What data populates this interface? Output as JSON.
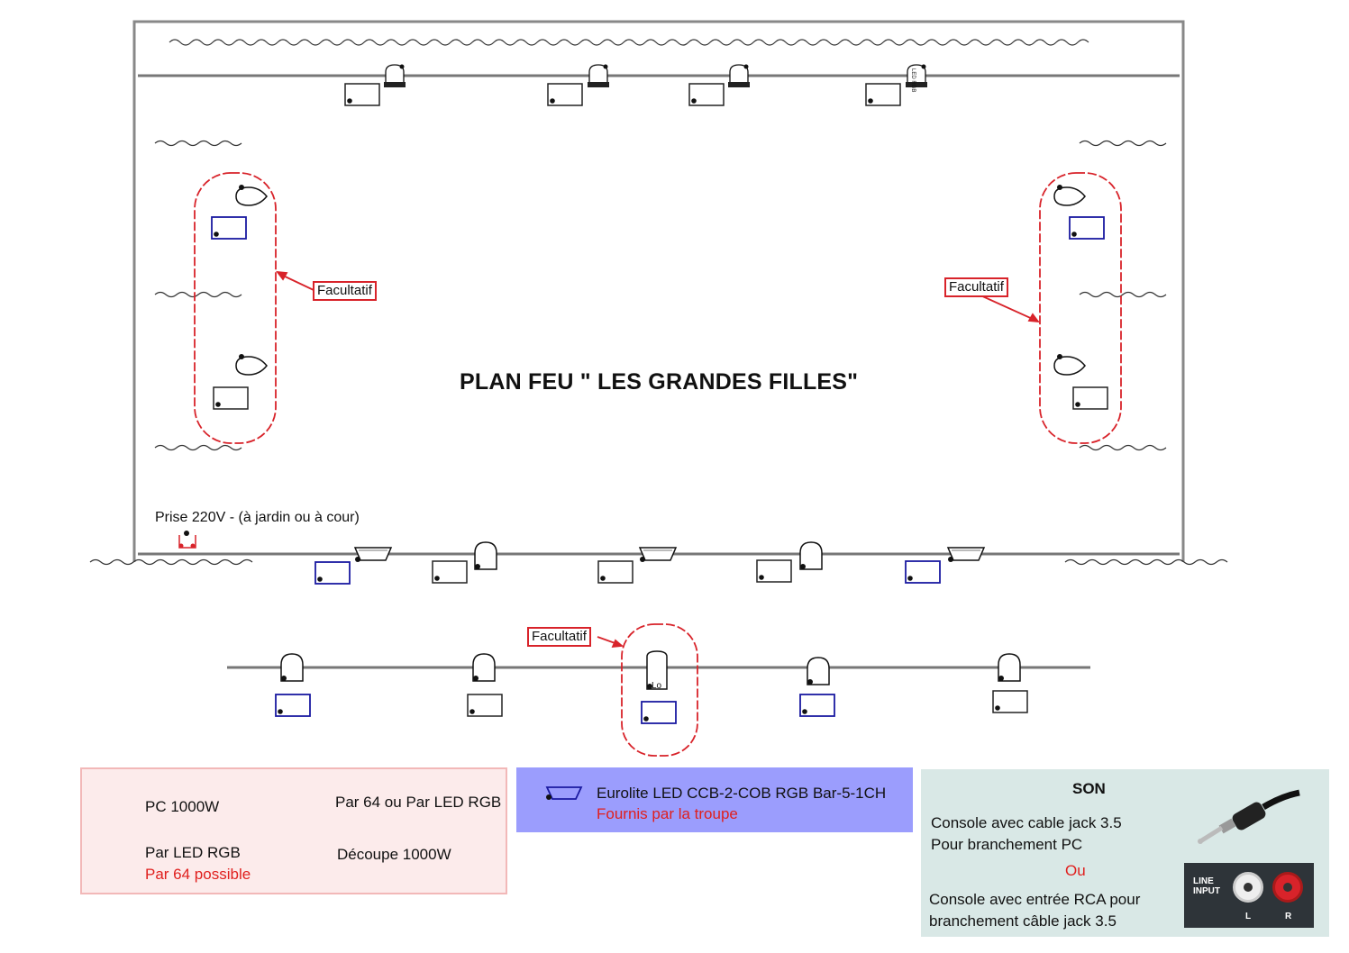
{
  "plan": {
    "title": "PLAN FEU  \" LES GRANDES FILLES\"",
    "prise_label": "Prise 220V - (à jardin ou à cour)",
    "optional_tags": [
      "Facultatif",
      "Facultatif",
      "Facultatif"
    ],
    "fixture_marks": {
      "par_led_label": "LED RGB",
      "profile_label": "Lo"
    }
  },
  "legend": {
    "pc": "PC 1000W",
    "par64": "Par 64 ou Par LED RGB",
    "par_led": "Par LED RGB",
    "par_led_alt": "Par 64 possible",
    "decoupe": "Découpe 1000W"
  },
  "eurolite": {
    "name": "Eurolite LED CCB-2-COB RGB Bar-5-1CH",
    "note": "Fournis par la troupe"
  },
  "son": {
    "title": "SON",
    "line1": "Console avec cable jack 3.5",
    "line2": "Pour branchement PC",
    "or": "Ou",
    "line3": "Console avec entrée RCA pour",
    "line4": "branchement câble jack 3.5",
    "panel_label_1": "LINE",
    "panel_label_2": "INPUT",
    "left_label": "L",
    "right_label": "R"
  },
  "colors": {
    "optional_outline": "#d8232a",
    "dimmer_box": "#1a1aa0",
    "legend_bg": "#fcebeb",
    "eurolite_bg": "#9b9dfd",
    "son_bg": "#d9e8e6"
  }
}
